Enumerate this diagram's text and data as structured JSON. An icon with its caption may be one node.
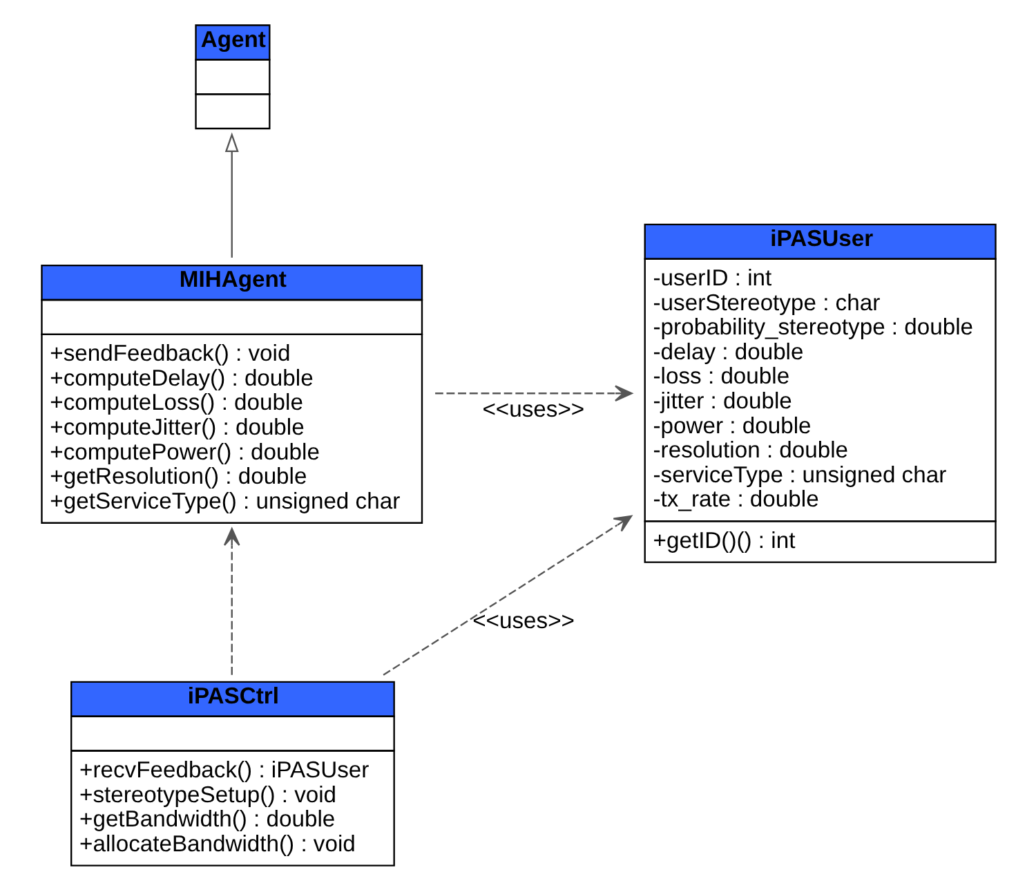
{
  "diagram": {
    "nodes": [
      {
        "text": [
          "Agent"
        ]
      },
      {
        "text": [
          "MIHAgent",
          "+sendFeedback() : void",
          "+computeDelay() : double",
          "+computeLoss() : double",
          "+computeJitter() : double",
          "+computePower() : double",
          "+getResolution() : double",
          "+getServiceType() : unsigned char"
        ]
      },
      {
        "text": [
          "iPASCtrl",
          "+recvFeedback() : iPASUser",
          "+stereotypeSetup() : void",
          "+getBandwidth() : double",
          "+allocateBandwidth() : void"
        ]
      },
      {
        "text": [
          "iPASUser",
          "-userID : int",
          "-userStereotype : char",
          "-probability_stereotype : double",
          "-delay : double",
          "-loss : double",
          "-jitter : double",
          "-power : double",
          "-resolution : double",
          "-serviceType : unsigned char",
          "-tx_rate : double",
          "+getID()() : int"
        ]
      }
    ],
    "edges": [
      {
        "from": 1,
        "to": 0,
        "arrow": "to"
      },
      {
        "from": 1,
        "to": 3,
        "arrow": "to",
        "label": "<<uses>>",
        "style": "dashed"
      },
      {
        "from": 2,
        "to": 1,
        "arrow": "to",
        "style": "dashed"
      },
      {
        "from": 2,
        "to": 3,
        "arrow": "to",
        "label": "<<uses>>",
        "style": "dashed"
      }
    ]
  }
}
